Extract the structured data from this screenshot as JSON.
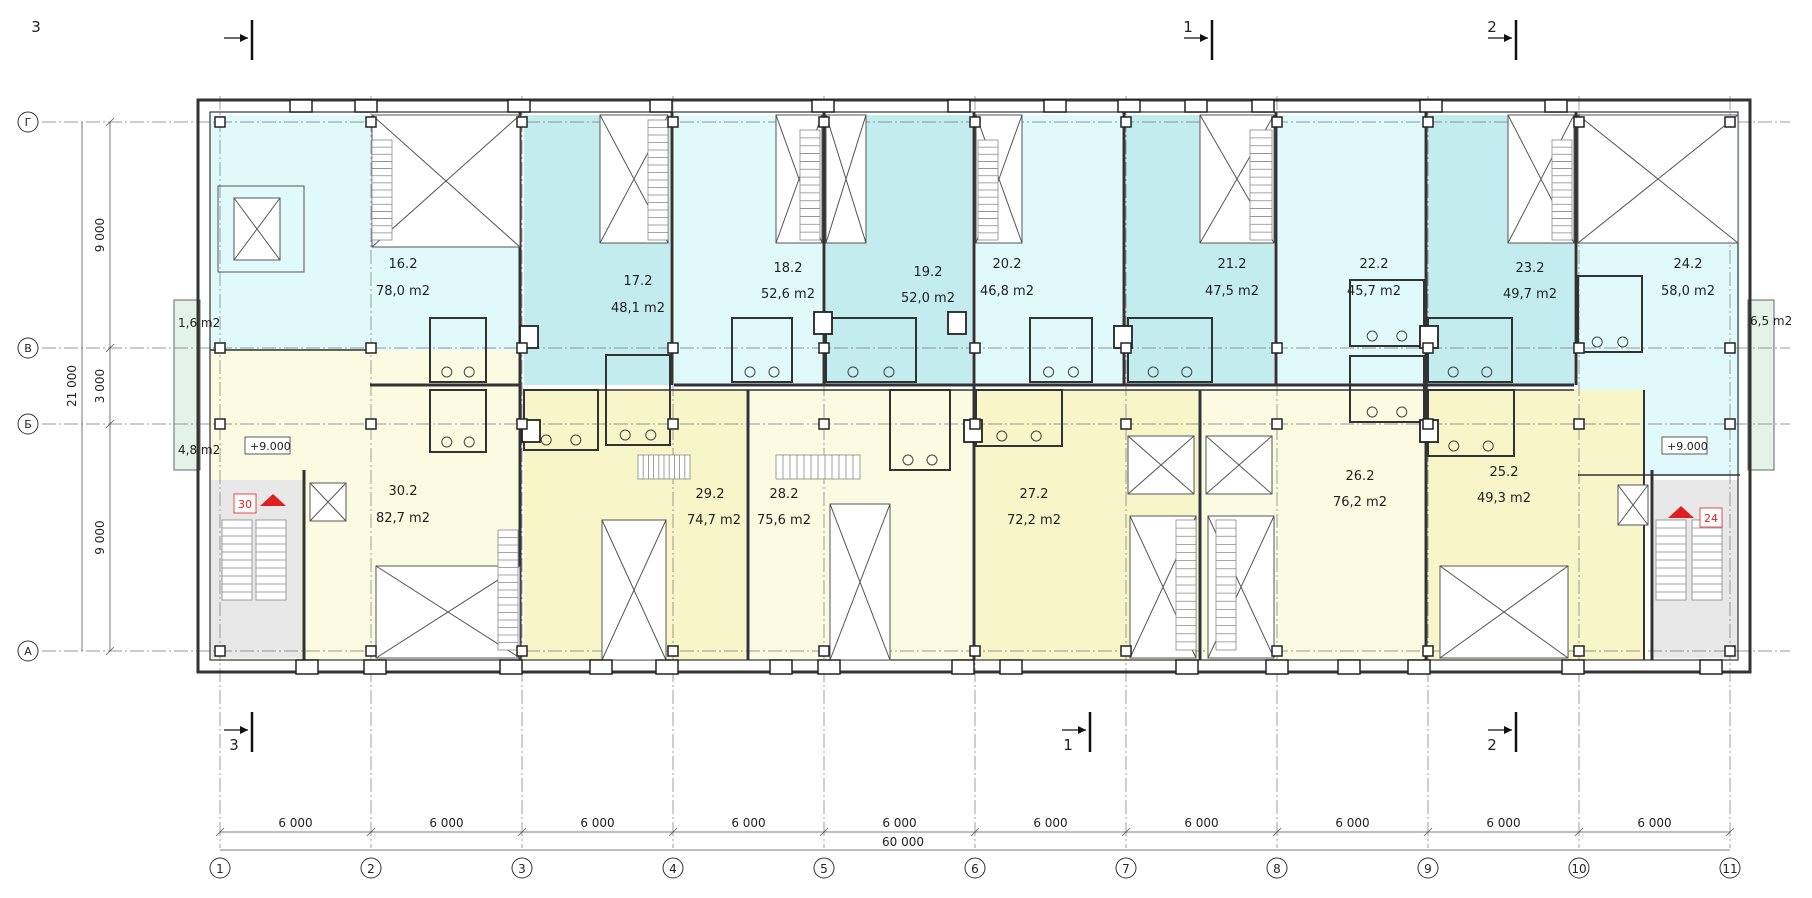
{
  "grid_cols": [
    "1",
    "2",
    "3",
    "4",
    "5",
    "6",
    "7",
    "8",
    "9",
    "10",
    "11"
  ],
  "grid_rows": [
    "Г",
    "В",
    "Б",
    "А"
  ],
  "dims_bottom": [
    "6 000",
    "6 000",
    "6 000",
    "6 000",
    "6 000",
    "6 000",
    "6 000",
    "6 000",
    "6 000",
    "6 000"
  ],
  "dim_total_bottom": "60 000",
  "dims_left": [
    "9 000",
    "3 000",
    "9 000"
  ],
  "dim_total_left": "21 000",
  "sections": [
    {
      "label": "3"
    },
    {
      "label": "1"
    },
    {
      "label": "2"
    },
    {
      "label": "3"
    },
    {
      "label": "1"
    },
    {
      "label": "2"
    }
  ],
  "units_top": [
    {
      "number": "16.2",
      "area": "78,0 m2",
      "color": "#e0fafc"
    },
    {
      "number": "17.2",
      "area": "48,1 m2",
      "color": "#c3ecee"
    },
    {
      "number": "18.2",
      "area": "52,6 m2",
      "color": "#e0fafc"
    },
    {
      "number": "19.2",
      "area": "52,0 m2",
      "color": "#c3ecee"
    },
    {
      "number": "20.2",
      "area": "46,8 m2",
      "color": "#e0fafc"
    },
    {
      "number": "21.2",
      "area": "47,5 m2",
      "color": "#c3ecee"
    },
    {
      "number": "22.2",
      "area": "45,7 m2",
      "color": "#e0fafc"
    },
    {
      "number": "23.2",
      "area": "49,7 m2",
      "color": "#c3ecee"
    },
    {
      "number": "24.2",
      "area": "58,0 m2",
      "color": "#e0fafc"
    }
  ],
  "units_bottom": [
    {
      "number": "30.2",
      "area": "82,7 m2",
      "color": "#fbfbe2"
    },
    {
      "number": "29.2",
      "area": "74,7 m2",
      "color": "#f8f5c8"
    },
    {
      "number": "28.2",
      "area": "75,6 m2",
      "color": "#fbfbe2"
    },
    {
      "number": "27.2",
      "area": "72,2 m2",
      "color": "#f8f5c8"
    },
    {
      "number": "26.2",
      "area": "76,2 m2",
      "color": "#fbfbe2"
    },
    {
      "number": "25.2",
      "area": "49,3 m2",
      "color": "#f8f5c8"
    }
  ],
  "balconies": [
    "1,6 m2",
    "4,8 m2",
    "6,5 m2"
  ],
  "levels": [
    "+9.000",
    "+9.000"
  ],
  "stair_markers": [
    "30",
    "24"
  ],
  "colors": {
    "line": "#333333",
    "axis": "#777777",
    "marker": "#e02020",
    "stair": "#e8e8e8"
  }
}
